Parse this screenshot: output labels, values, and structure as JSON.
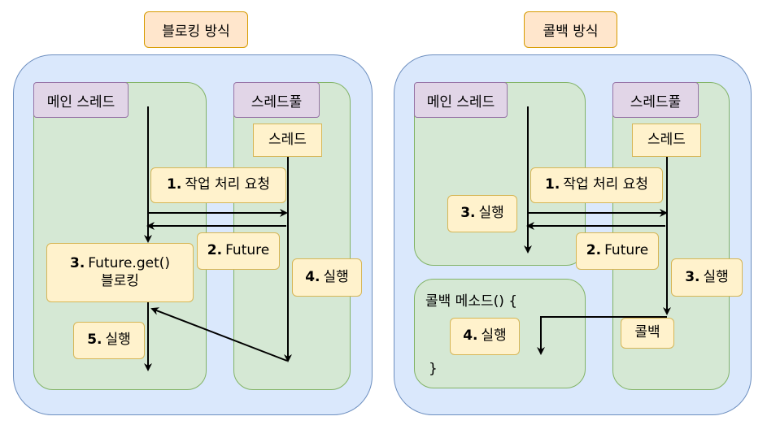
{
  "left": {
    "title": "블로킹 방식",
    "main_thread": "메인 스레드",
    "thread_pool": "스레드풀",
    "thread": "스레드",
    "step1_num": "1.",
    "step1_text": "작업 처리 요청",
    "step2_num": "2.",
    "step2_text": "Future",
    "step3_num": "3.",
    "step3_text": "Future.get()",
    "step3_sub": "블로킹",
    "step4_num": "4.",
    "step4_text": "실행",
    "step5_num": "5.",
    "step5_text": "실행"
  },
  "right": {
    "title": "콜백 방식",
    "main_thread": "메인 스레드",
    "thread_pool": "스레드풀",
    "thread": "스레드",
    "step1_num": "1.",
    "step1_text": "작업 처리 요청",
    "step2_num": "2.",
    "step2_text": "Future",
    "step3a_num": "3.",
    "step3a_text": "실행",
    "step3b_num": "3.",
    "step3b_text": "실행",
    "callback_method_open": "콜백 메소드() {",
    "callback_method_close": "}",
    "step4_num": "4.",
    "step4_text": "실행",
    "callback": "콜백"
  },
  "colors": {
    "outer_fill": "#dae8fc",
    "lane_fill": "#d5e8d4",
    "note_fill": "#fff2cc",
    "thread_label_fill": "#e1d5e7",
    "title_fill": "#ffe6cc"
  }
}
